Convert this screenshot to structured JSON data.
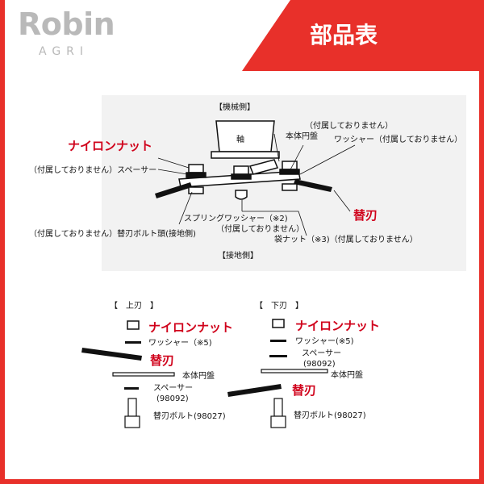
{
  "brand": {
    "logo_word": "Robin",
    "logo_sub": "AGRI"
  },
  "header": {
    "title": "部品表"
  },
  "top_diagram": {
    "machine_side": "【機械側】",
    "shaft": "軸",
    "ground_side": "【接地側】",
    "nylon_nut": "ナイロンナット",
    "not_included_1": "（付属しておりません）",
    "body_disc": "本体円盤",
    "washer_note": "ワッシャー（付属しておりません）",
    "spacer_note": "（付属しておりません）スペーサー",
    "replacement_blade": "替刃",
    "spring_washer": "スプリングワッシャー（※2)",
    "not_included_2": "（付属しておりません）",
    "bolt_head_note": "（付属しておりません）替刃ボルト頭(接地側)",
    "bag_nut_note": "袋ナット（※3)（付属しておりません）"
  },
  "upper_blade": {
    "title": "【　上刃　】",
    "nylon_nut": "ナイロンナット",
    "washer": "ワッシャー（※5)",
    "blade": "替刃",
    "body_disc": "本体円盤",
    "spacer": "スペーサー",
    "spacer_code": "(98092)",
    "bolt": "替刃ボルト(98027)"
  },
  "lower_blade": {
    "title": "【　下刃　】",
    "nylon_nut": "ナイロンナット",
    "washer": "ワッシャー(※5)",
    "spacer": "スペーサー",
    "spacer_code": "(98092)",
    "body_disc": "本体円盤",
    "blade": "替刃",
    "bolt": "替刃ボルト(98027)"
  },
  "colors": {
    "brand_red": "#e8302a",
    "label_red": "#d0021b",
    "logo_gray": "#b9b9b9",
    "panel_gray": "#f2f2f2"
  }
}
